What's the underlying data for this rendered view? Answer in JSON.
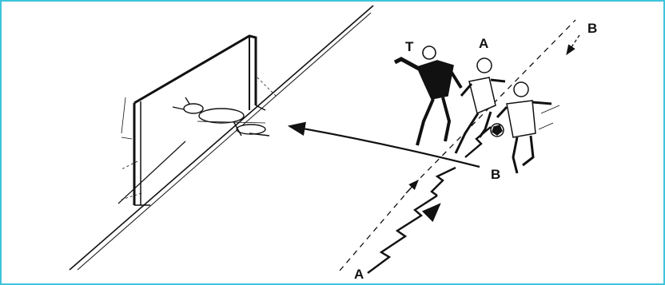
{
  "labels": {
    "goalkeeper": "T",
    "player_a_top": "A",
    "player_b_top": "B",
    "player_b_mid": "B",
    "player_a_bottom": "A"
  },
  "colors": {
    "frame_border": "#40c4dc",
    "ink": "#111111",
    "background": "#ffffff"
  },
  "icons": {
    "goalkeeper": "goalkeeper-figure",
    "attacker": "player-figure",
    "ball": "soccer-ball",
    "goal": "goal-net"
  }
}
